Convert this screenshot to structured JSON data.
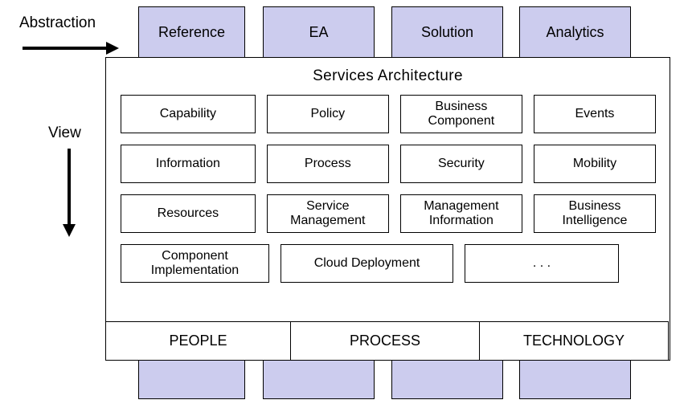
{
  "axes": {
    "abstraction_label": "Abstraction",
    "view_label": "View",
    "abstraction_arrow_icon": "arrow-right-icon",
    "view_arrow_icon": "arrow-down-icon"
  },
  "columns": {
    "headers": [
      {
        "label": "Reference"
      },
      {
        "label": "EA"
      },
      {
        "label": "Solution"
      },
      {
        "label": "Analytics"
      }
    ]
  },
  "panel": {
    "title": "Services Architecture",
    "rows": [
      {
        "cells": [
          {
            "label": "Capability"
          },
          {
            "label": "Policy"
          },
          {
            "label": "Business Component"
          },
          {
            "label": "Events"
          }
        ]
      },
      {
        "cells": [
          {
            "label": "Information"
          },
          {
            "label": "Process"
          },
          {
            "label": "Security"
          },
          {
            "label": "Mobility"
          }
        ]
      },
      {
        "cells": [
          {
            "label": "Resources"
          },
          {
            "label": "Service Management"
          },
          {
            "label": "Management Information"
          },
          {
            "label": "Business Intelligence"
          }
        ]
      },
      {
        "cells": [
          {
            "label": "Component Implementation"
          },
          {
            "label": "Cloud Deployment"
          },
          {
            "label": ". . ."
          }
        ]
      }
    ]
  },
  "foundation": {
    "cells": [
      {
        "label": "PEOPLE"
      },
      {
        "label": "PROCESS"
      },
      {
        "label": "TECHNOLOGY"
      }
    ]
  },
  "colors": {
    "column_fill": "#ccccee",
    "border": "#000000",
    "background": "#ffffff"
  }
}
